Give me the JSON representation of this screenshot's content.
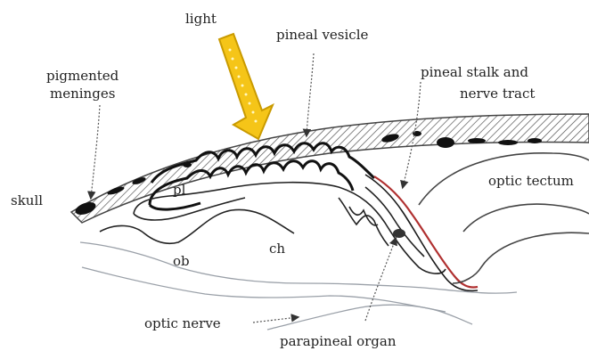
{
  "labels": {
    "light": "light",
    "pineal_vesicle": "pineal vesicle",
    "pigmented_meninges_1": "pigmented",
    "pigmented_meninges_2": "meninges",
    "pineal_stalk_1": "pineal stalk and",
    "pineal_stalk_2": "nerve tract",
    "skull": "skull",
    "pl": "pl",
    "optic_tectum": "optic tectum",
    "ob": "ob",
    "ch": "ch",
    "optic_nerve": "optic nerve",
    "parapineal_organ": "parapineal organ"
  },
  "colors": {
    "arrow_fill": "#f5c518",
    "arrow_stroke": "#c99a00",
    "arrow_dots": "#fff8c0",
    "outline": "#1a1a1a",
    "faint_outline": "#9aa0a8",
    "stalk_red": "#b03030",
    "hatch": "#555555"
  }
}
